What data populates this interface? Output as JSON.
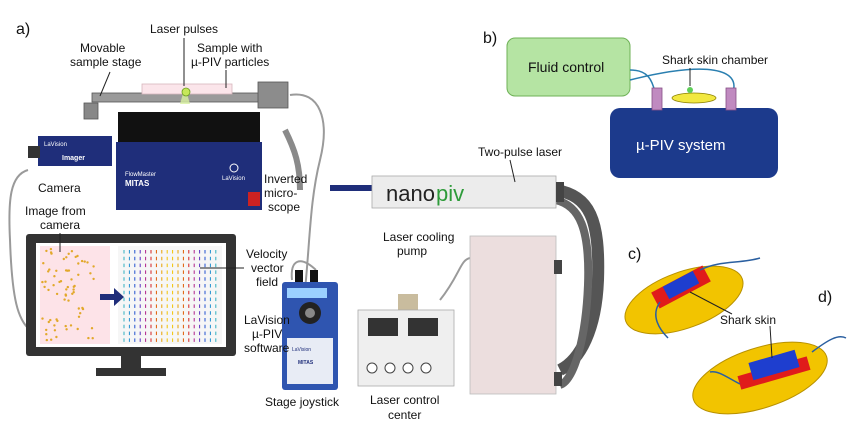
{
  "panels": {
    "a": "a)",
    "b": "b)",
    "c": "c)",
    "d": "d)"
  },
  "labels": {
    "laser_pulses": "Laser pulses",
    "movable_stage_1": "Movable",
    "movable_stage_2": "sample stage",
    "sample_1": "Sample with",
    "sample_2": "µ-PIV particles",
    "camera": "Camera",
    "image_from_camera_1": "Image from",
    "image_from_camera_2": "camera",
    "velocity_1": "Velocity",
    "velocity_2": "vector",
    "velocity_3": "field",
    "software_1": "LaVision",
    "software_2": "µ-PIV",
    "software_3": "software",
    "inverted_1": "Inverted",
    "inverted_2": "micro-",
    "inverted_3": "scope",
    "two_pulse_laser": "Two-pulse laser",
    "cooling_1": "Laser cooling",
    "cooling_2": "pump",
    "control_1": "Laser control",
    "control_2": "center",
    "stage_joystick": "Stage joystick",
    "fluid_control": "Fluid control",
    "shark_chamber": "Shark skin chamber",
    "piv_system": "µ-PIV system",
    "shark_skin": "Shark skin"
  },
  "device_text": {
    "flowmaster": "FlowMaster",
    "mitas": "MITAS",
    "lavision": "LaVision",
    "imager": "Imager",
    "nano": "nano",
    "piv": "piv",
    "joystick_brand": "LaVision",
    "joystick_model": "MITAS"
  },
  "colors": {
    "microscope": "#1f2e7a",
    "piv_box": "#1c3a8c",
    "fluid_box": "#b5e4a3",
    "nanopiv_green": "#2e9b3a",
    "disk": "#f2c400",
    "red_block": "#e01b1b",
    "blue_block": "#1e3ecf"
  }
}
